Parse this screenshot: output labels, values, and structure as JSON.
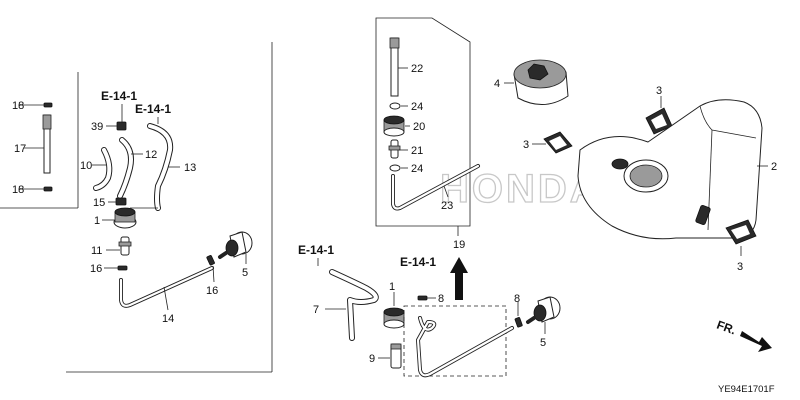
{
  "diagram": {
    "watermark": "HONDA",
    "drawing_code": "YE94E1701F",
    "front_label": "FR.",
    "references": [
      "E-14-1",
      "E-14-1",
      "E-14-1",
      "E-14-1"
    ],
    "callouts": {
      "c1": "1",
      "c1b": "1",
      "c2": "2",
      "c3a": "3",
      "c3b": "3",
      "c3c": "3",
      "c4": "4",
      "c5a": "5",
      "c5b": "5",
      "c7": "7",
      "c8a": "8",
      "c8b": "8",
      "c9": "9",
      "c10": "10",
      "c11": "11",
      "c12": "12",
      "c13": "13",
      "c14": "14",
      "c15": "15",
      "c16a": "16",
      "c16b": "16",
      "c17": "17",
      "c18a": "18",
      "c18b": "18",
      "c19": "19",
      "c20": "20",
      "c21": "21",
      "c22": "22",
      "c23": "23",
      "c24a": "24",
      "c24b": "24",
      "c39": "39"
    }
  }
}
